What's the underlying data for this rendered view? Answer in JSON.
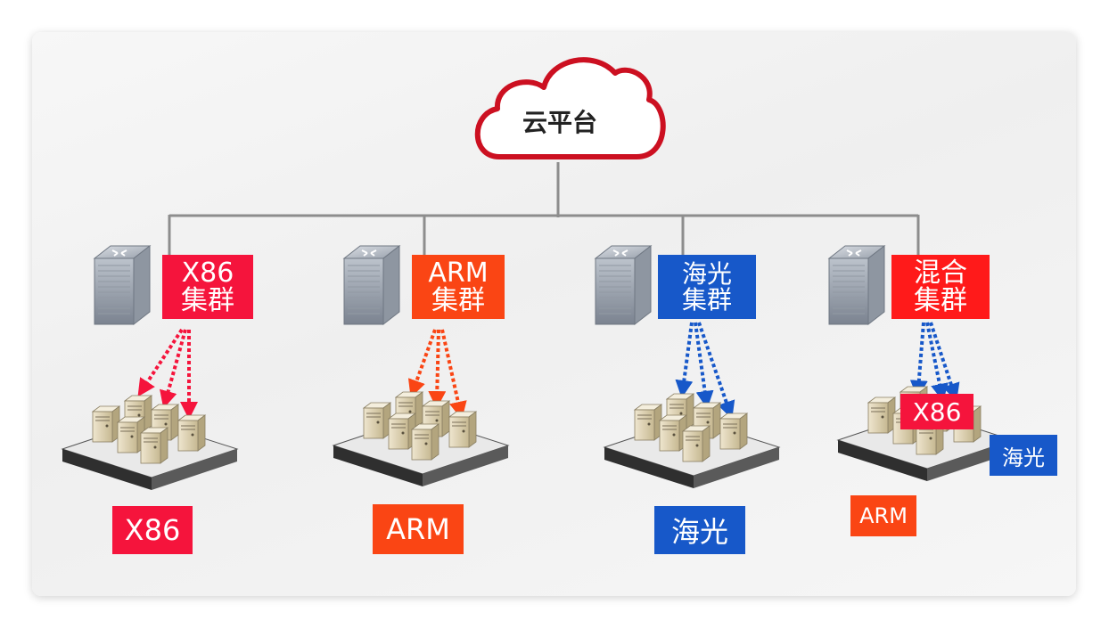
{
  "cloud": {
    "label": "云平台"
  },
  "clusters": [
    {
      "line1": "X86",
      "line2": "集群",
      "color": "#f5143c"
    },
    {
      "line1": "ARM",
      "line2": "集群",
      "color": "#fa4514"
    },
    {
      "line1": "海光",
      "line2": "集群",
      "color": "#1758c9"
    },
    {
      "line1": "混合",
      "line2": "集群",
      "color": "#ff1a1a"
    }
  ],
  "server_labels": [
    {
      "text": "X86",
      "color": "#f5143c"
    },
    {
      "text": "ARM",
      "color": "#fa4514"
    },
    {
      "text": "海光",
      "color": "#1758c9"
    }
  ],
  "mixed_labels": {
    "x86": "X86",
    "haiguang": "海光",
    "arm": "ARM"
  },
  "icons": [
    "router-icon",
    "server-rack-icon",
    "cloud-icon"
  ]
}
